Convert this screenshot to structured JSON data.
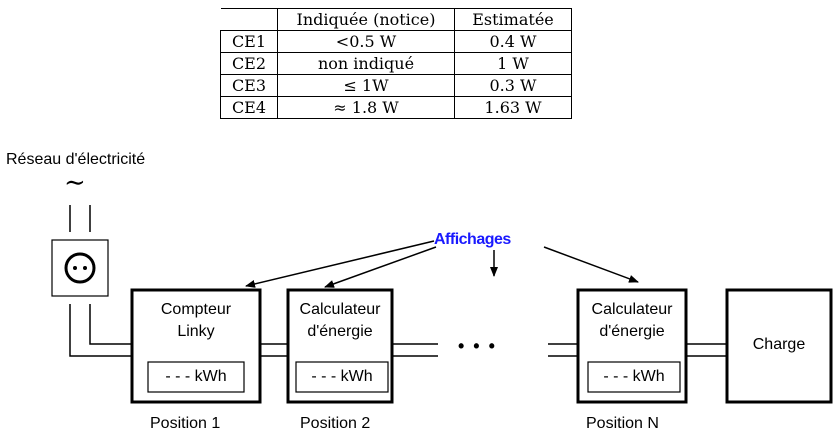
{
  "table": {
    "headers": [
      "",
      "Indiquée (notice)",
      "Estimatée"
    ],
    "rows": [
      [
        "CE1",
        "<0.5 W",
        "0.4 W"
      ],
      [
        "CE2",
        "non indiqué",
        "1 W"
      ],
      [
        "CE3",
        "≤ 1W",
        "0.3 W"
      ],
      [
        "CE4",
        "≈ 1.8 W",
        "1.63 W"
      ]
    ]
  },
  "diagram": {
    "grid_label": "Réseau d'électricité",
    "ac_symbol": "∼",
    "displays_label": "Affichages",
    "ellipsis": "• • •",
    "meter": {
      "line1": "Compteur",
      "line2": "Linky",
      "display": "- - - kWh",
      "position": "Position 1"
    },
    "calc1": {
      "line1": "Calculateur",
      "line2": "d'énergie",
      "display": "- - - kWh",
      "position": "Position 2"
    },
    "calcN": {
      "line1": "Calculateur",
      "line2": "d'énergie",
      "display": "- - - kWh",
      "position": "Position N"
    },
    "load": {
      "label": "Charge"
    },
    "colors": {
      "displays": "#1a1aff",
      "lines": "#000000"
    }
  }
}
